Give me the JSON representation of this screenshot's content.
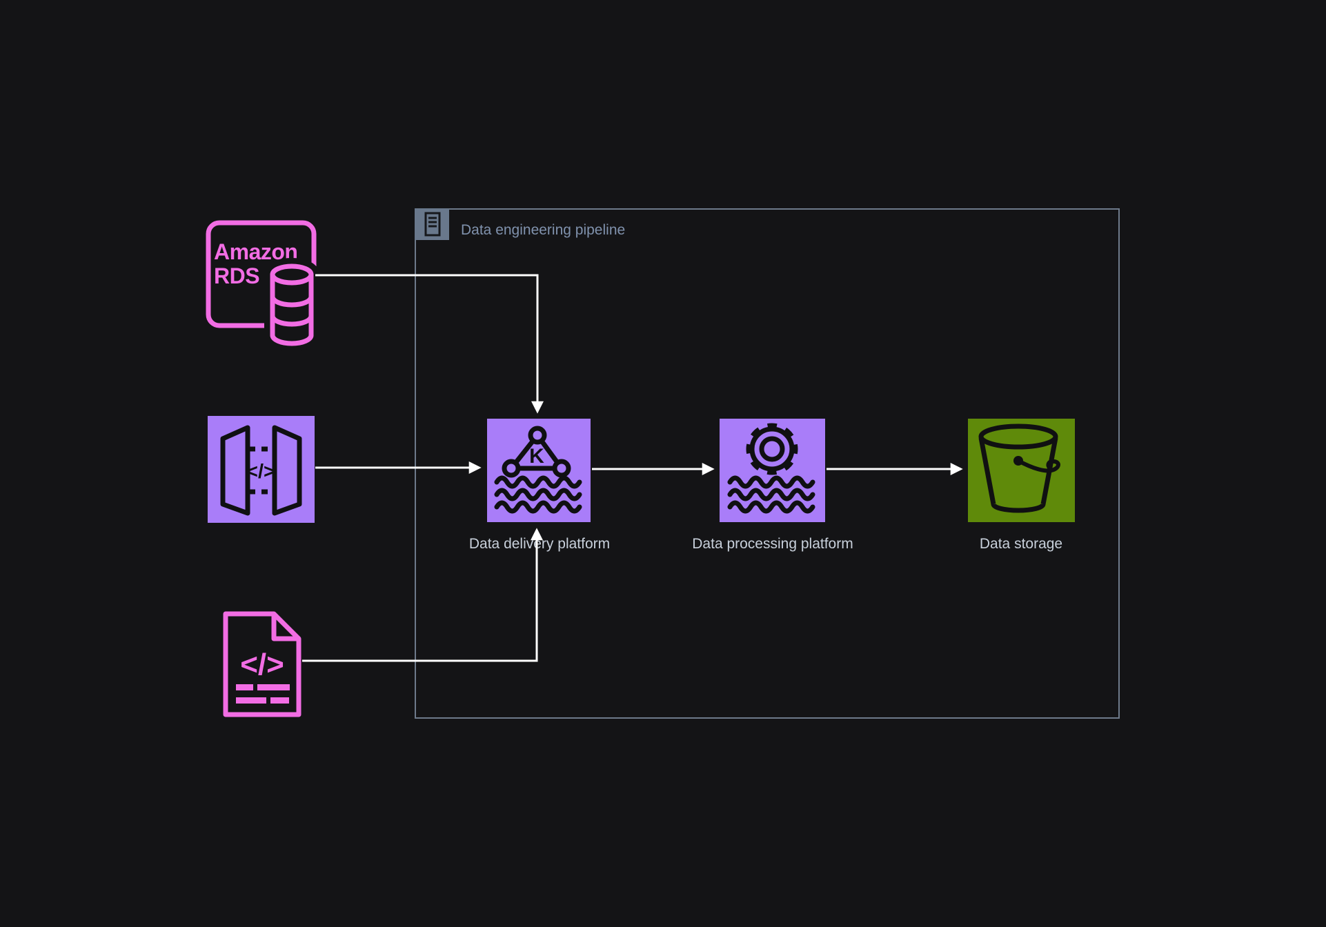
{
  "diagram": {
    "group": {
      "title": "Data engineering pipeline",
      "badge_icon": "server-contents-icon"
    },
    "nodes": {
      "amazon_rds": {
        "title_line1": "Amazon",
        "title_line2": "RDS"
      },
      "api_gateway": {
        "code_glyph": "</>"
      },
      "code_file": {
        "code_glyph": "</>"
      },
      "data_delivery": {
        "label": "Data delivery platform",
        "kafka_letter": "K"
      },
      "data_processing": {
        "label": "Data processing platform"
      },
      "data_storage": {
        "label": "Data storage"
      }
    },
    "connections": [
      "amazon-rds -> data-delivery-platform",
      "api-gateway -> data-delivery-platform",
      "code-file -> data-delivery-platform",
      "data-delivery-platform -> data-processing-platform",
      "data-processing-platform -> data-storage"
    ],
    "colors": {
      "background": "#141416",
      "pink": "#F26DE4",
      "purple": "#A97DF9",
      "green": "#5F8A0A",
      "group_border": "#6E7A8A",
      "badge_bg": "#69788C",
      "group_title_text": "#8092AD",
      "node_label_text": "#C8D0DB",
      "arrow": "#FFFFFF",
      "glyph": "#101012"
    }
  }
}
